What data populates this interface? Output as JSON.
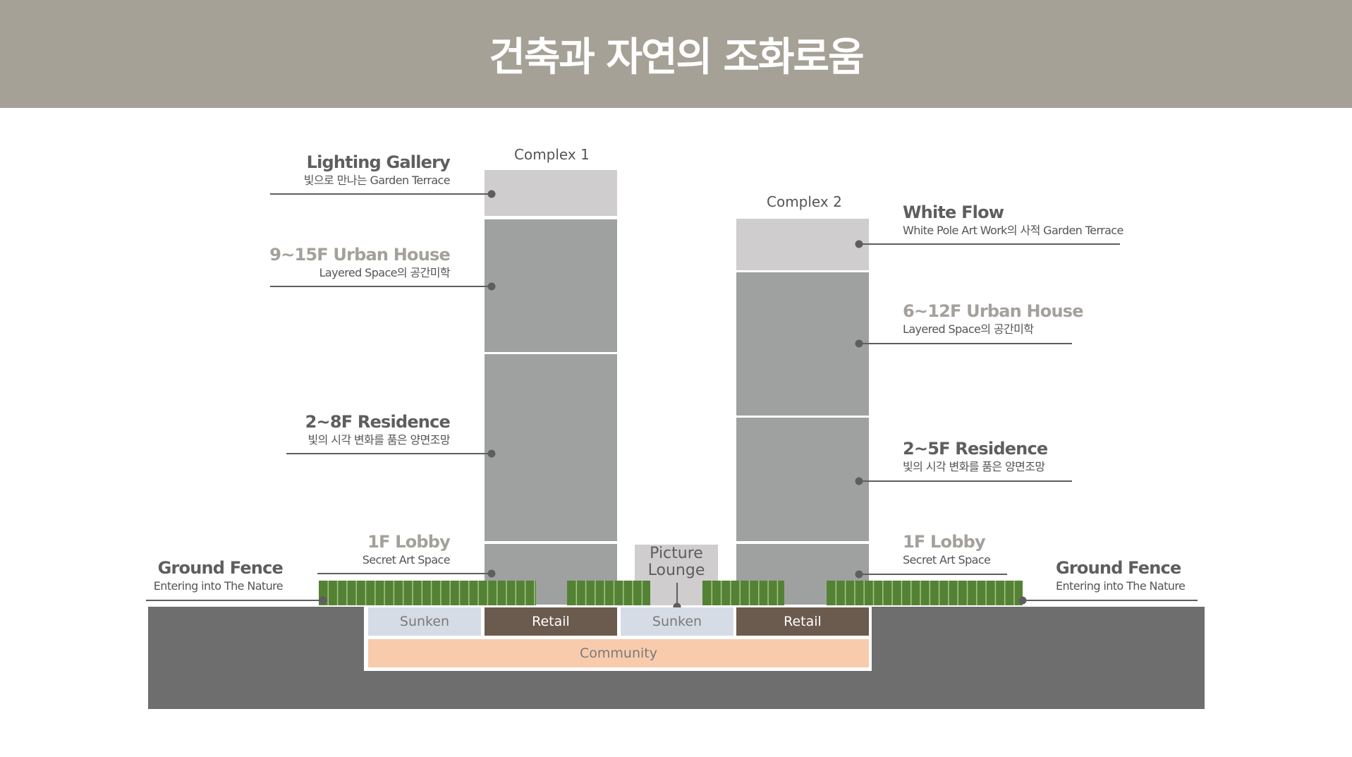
{
  "header": {
    "title": "건축과 자연의 조화로움",
    "color": "#a6a196"
  },
  "complex1": {
    "label": "Complex 1"
  },
  "complex2": {
    "label": "Complex 2"
  },
  "left_labels": {
    "lighting_gallery": {
      "title": "Lighting Gallery",
      "sub": "빛으로 만나는 Garden Terrace"
    },
    "urban_house": {
      "title": "9~15F Urban House",
      "sub": "Layered Space의 공간미학"
    },
    "residence": {
      "title": "2~8F Residence",
      "sub": "빛의 시각 변화를 품은 양면조망"
    },
    "lobby": {
      "title": "1F Lobby",
      "sub": "Secret Art Space"
    },
    "ground_fence": {
      "title": "Ground Fence",
      "sub": "Entering into The Nature"
    }
  },
  "right_labels": {
    "white_flow": {
      "title": "White Flow",
      "sub": "White Pole Art Work의 사적 Garden Terrace"
    },
    "urban_house": {
      "title": "6~12F Urban House",
      "sub": "Layered Space의 공간미학"
    },
    "residence": {
      "title": "2~5F Residence",
      "sub": "빛의 시각 변화를 품은 양면조망"
    },
    "lobby": {
      "title": "1F Lobby",
      "sub": "Secret Art Space"
    },
    "ground_fence": {
      "title": "Ground Fence",
      "sub": "Entering into The Nature"
    }
  },
  "picture_lounge": {
    "line1": "Picture",
    "line2": "Lounge"
  },
  "basement": {
    "sunken_left": "Sunken",
    "retail_left": "Retail",
    "sunken_right": "Sunken",
    "retail_right": "Retail",
    "community": "Community"
  },
  "colors": {
    "tower_light": "#cfcdcd",
    "tower_mid": "#9fa1a0",
    "ground": "#6e6e6e",
    "hedge": "#548235",
    "hedge_line": "#a9c48b",
    "sunken": "#d6dce5",
    "retail": "#6b5b4e",
    "community": "#f8cbad",
    "leader": "#5e5e5e"
  }
}
